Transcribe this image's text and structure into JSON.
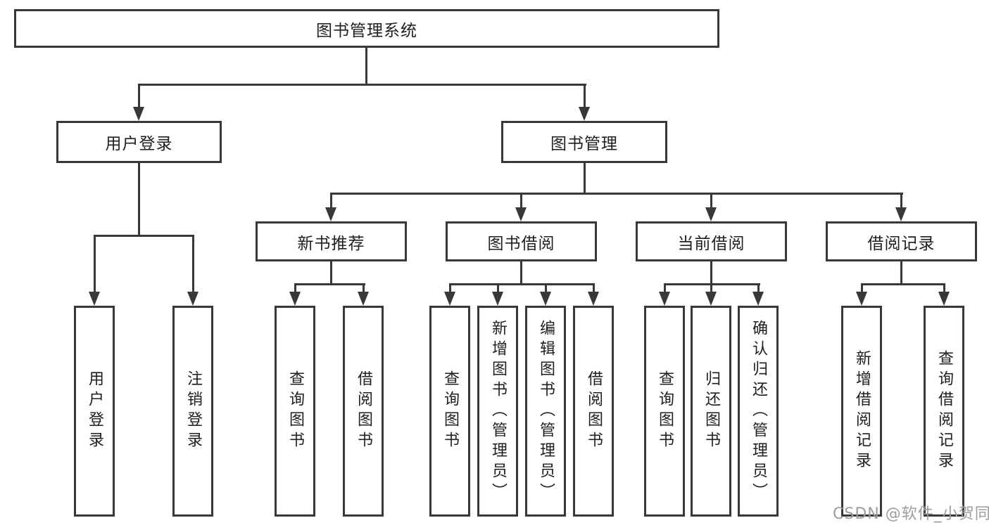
{
  "title": "图书管理系统",
  "watermark": "CSDN @软件_小贺同学",
  "colors": {
    "line": "#383838",
    "text": "#1f1f1f",
    "watermark": "#9d9d9d",
    "background": "#ffffff"
  },
  "chart_type": "hierarchy-diagram",
  "tree": {
    "label": "图书管理系统",
    "children": [
      {
        "label": "用户登录",
        "children": [
          {
            "label": "用户登录"
          },
          {
            "label": "注销登录"
          }
        ]
      },
      {
        "label": "图书管理",
        "children": [
          {
            "label": "新书推荐",
            "children": [
              {
                "label": "查询图书"
              },
              {
                "label": "借阅图书"
              }
            ]
          },
          {
            "label": "图书借阅",
            "children": [
              {
                "label": "查询图书"
              },
              {
                "label": "新增图书（管理员）"
              },
              {
                "label": "编辑图书（管理员）"
              },
              {
                "label": "借阅图书"
              }
            ]
          },
          {
            "label": "当前借阅",
            "children": [
              {
                "label": "查询图书"
              },
              {
                "label": "归还图书"
              },
              {
                "label": "确认归还（管理员）"
              }
            ]
          },
          {
            "label": "借阅记录",
            "children": [
              {
                "label": "新增借阅记录"
              },
              {
                "label": "查询借阅记录"
              }
            ]
          }
        ]
      }
    ]
  }
}
